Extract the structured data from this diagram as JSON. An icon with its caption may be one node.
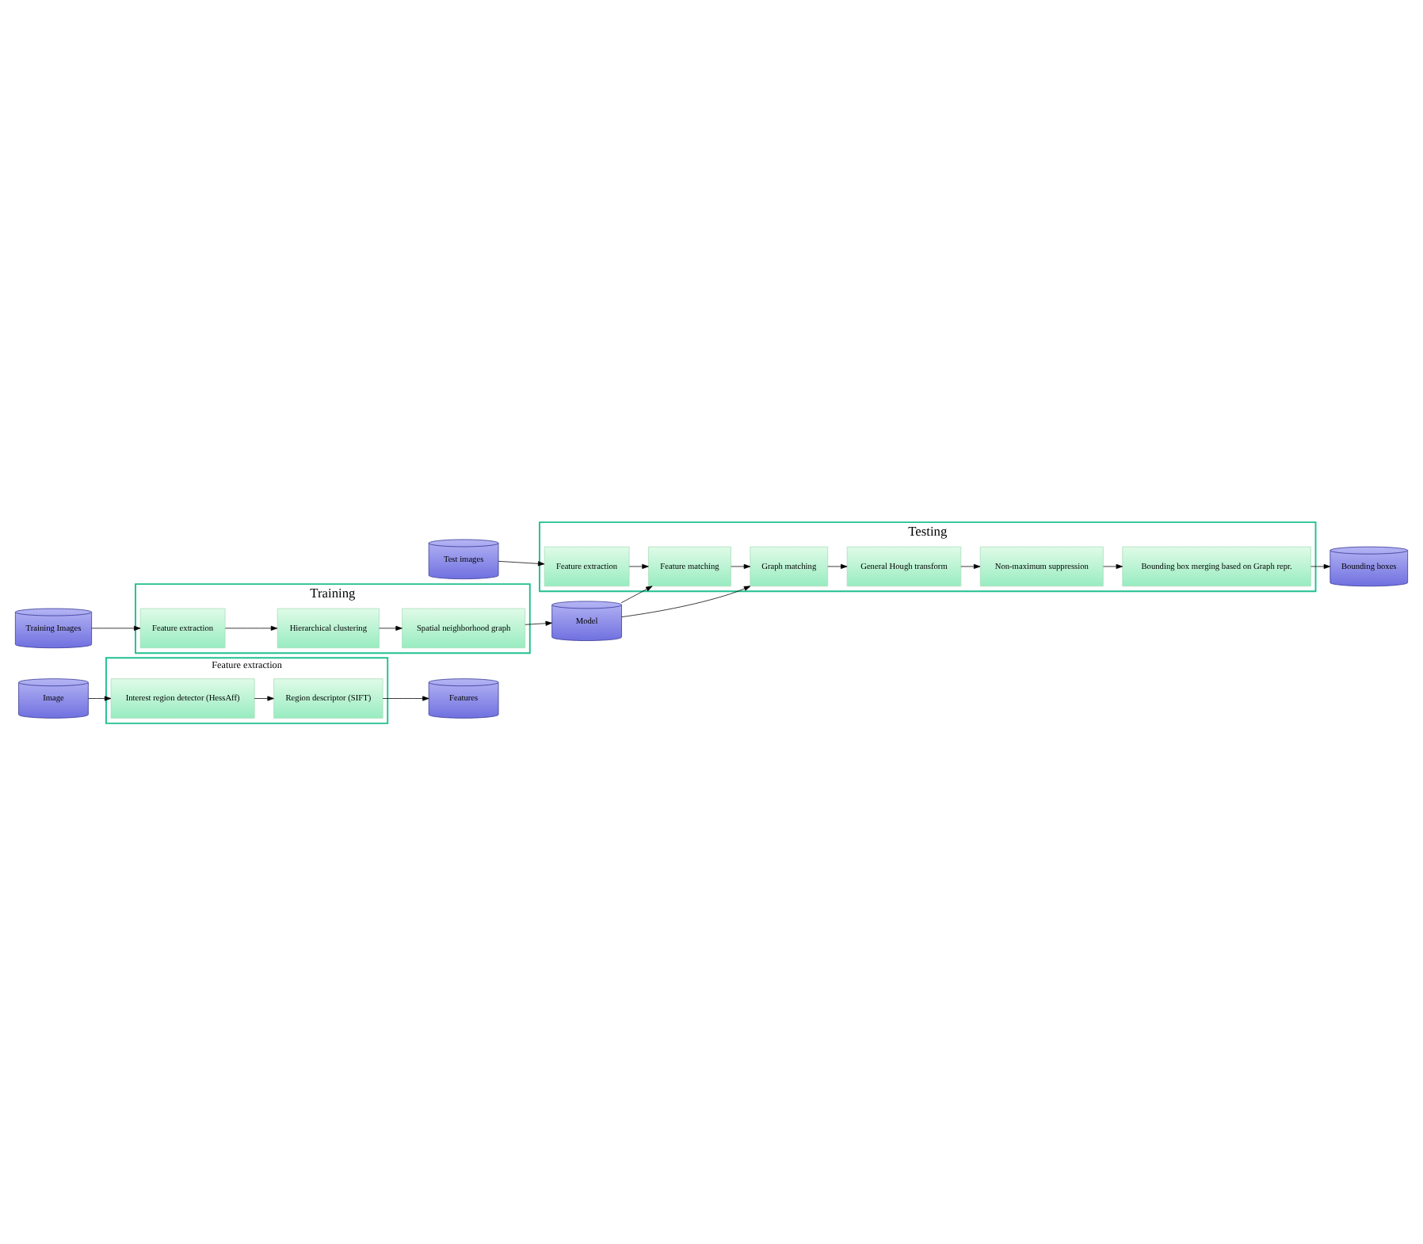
{
  "diagram": {
    "nodes": [
      {
        "text": [
          "Image"
        ]
      },
      {
        "text": [
          "Feature extraction"
        ]
      },
      {
        "text": [
          "Interest region detector (HessAff)"
        ],
        "in": 1
      },
      {
        "text": [
          "Region descriptor (SIFT)"
        ],
        "in": 1
      },
      {
        "text": [
          "Features"
        ]
      },
      {
        "text": [
          "Training"
        ]
      },
      {
        "text": [
          "Training Images"
        ]
      },
      {
        "text": [
          "Feature extraction"
        ],
        "in": 5
      },
      {
        "text": [
          "Hierarchical clustering"
        ],
        "in": 5
      },
      {
        "text": [
          "Model"
        ]
      },
      {
        "text": [
          "Spatial neighborhood graph"
        ],
        "in": 5
      },
      {
        "text": [
          "Testing"
        ]
      },
      {
        "text": [
          "Test images"
        ]
      },
      {
        "text": [
          "Feature extraction"
        ],
        "in": 11
      },
      {
        "text": [
          "Feature matching"
        ],
        "in": 11
      },
      {
        "text": [
          "Graph matching"
        ],
        "in": 11
      },
      {
        "text": [
          "Bounding boxes"
        ]
      },
      {
        "text": [
          "Bounding box merging based on Graph repr."
        ],
        "in": 11
      },
      {
        "text": [
          "Non-maximum suppression"
        ],
        "in": 11
      },
      {
        "text": [
          "General Hough transform"
        ],
        "in": 11
      }
    ],
    "edges": [
      {
        "from": 0,
        "to": 2,
        "arrow": "to"
      },
      {
        "from": 2,
        "to": 3,
        "arrow": "to"
      },
      {
        "from": 3,
        "to": 4,
        "arrow": "to"
      },
      {
        "from": 6,
        "to": 7,
        "arrow": "to"
      },
      {
        "from": 7,
        "to": 8,
        "arrow": "to"
      },
      {
        "from": 8,
        "to": 10,
        "arrow": "to"
      },
      {
        "from": 10,
        "to": 9,
        "arrow": "to"
      },
      {
        "from": 9,
        "to": 14,
        "arrow": "to"
      },
      {
        "from": 9,
        "to": 15,
        "arrow": "to"
      },
      {
        "from": 12,
        "to": 13,
        "arrow": "to"
      },
      {
        "from": 13,
        "to": 14,
        "arrow": "to"
      },
      {
        "from": 14,
        "to": 15,
        "arrow": "to"
      },
      {
        "from": 15,
        "to": 19,
        "arrow": "to"
      },
      {
        "from": 19,
        "to": 18,
        "arrow": "to"
      },
      {
        "from": 18,
        "to": 17,
        "arrow": "to"
      },
      {
        "from": 17,
        "to": 16,
        "arrow": "to"
      }
    ]
  }
}
